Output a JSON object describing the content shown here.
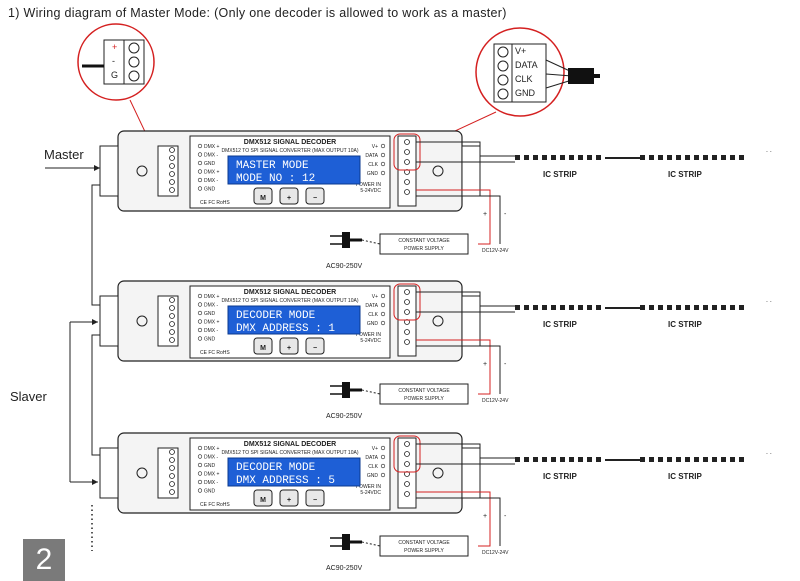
{
  "title": "1) Wiring diagram of Master Mode: (Only one decoder is allowed to work as a master)",
  "labels": {
    "master": "Master",
    "slaver": "Slaver",
    "page_number": "2"
  },
  "power_zoom": {
    "plus": "+",
    "minus": "-",
    "ground": "G"
  },
  "signal_zoom": {
    "pins": [
      "V+",
      "DATA",
      "CLK",
      "GND"
    ]
  },
  "decoder": {
    "title": "DMX512 SIGNAL DECODER",
    "subtitle": "DMX512 TO SPI SIGNAL CONVERTER  (MAX OUTPUT 10A)",
    "left_pins": [
      "DMX +",
      "DMX -",
      "GND",
      "DMX +",
      "DMX -",
      "GND"
    ],
    "right_pins": [
      "V+",
      "DATA",
      "CLK",
      "GND"
    ],
    "power_in": "POWER IN",
    "voltage": "5-24VDC",
    "buttons": [
      "M",
      "+",
      "−"
    ],
    "certs": "CE FC RoHS"
  },
  "units": [
    {
      "lcd_line1": "MASTER  MODE",
      "lcd_line2": "MODE  NO    :   12"
    },
    {
      "lcd_line1": "DECODER  MODE",
      "lcd_line2": "DMX  ADDRESS :   1"
    },
    {
      "lcd_line1": "DECODER  MODE",
      "lcd_line2": "DMX  ADDRESS :   5"
    }
  ],
  "strip_label": "IC STRIP",
  "power_supply": {
    "line1": "CONSTANT VOLTAGE",
    "line2": "POWER SUPPLY"
  },
  "ac_label": "AC90-250V",
  "dc_label": "DC12V-24V",
  "ps_plus": "+",
  "ps_minus": "-"
}
